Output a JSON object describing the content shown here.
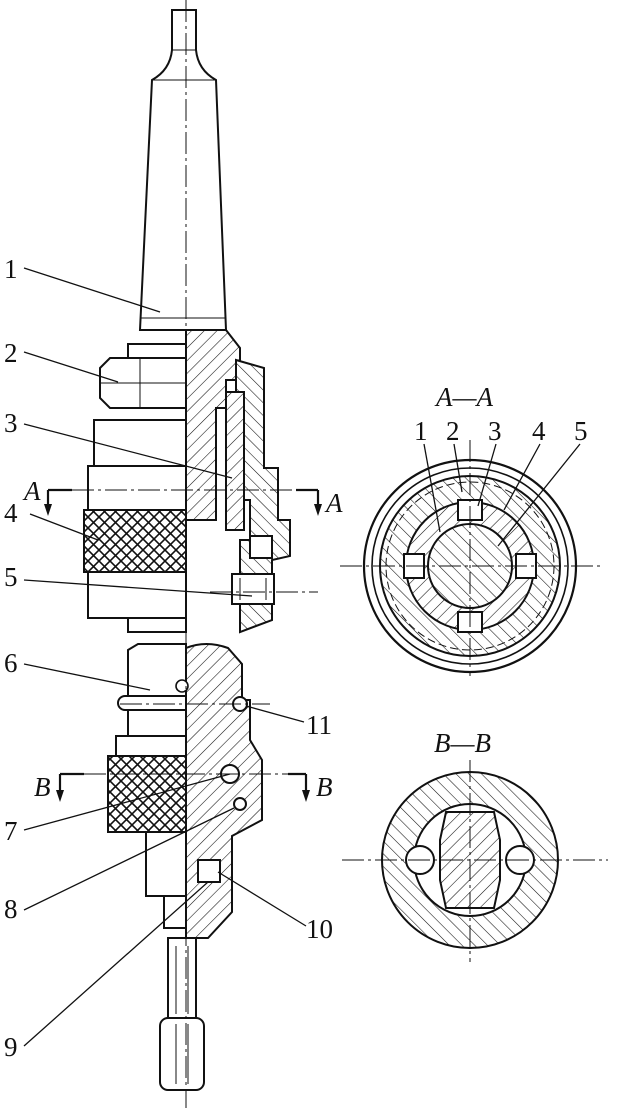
{
  "figure": {
    "part_labels": [
      "1",
      "2",
      "3",
      "4",
      "5",
      "6",
      "7",
      "8",
      "9",
      "10",
      "11"
    ],
    "section_marks": {
      "a_left": "A",
      "a_right": "A",
      "b_left": "B",
      "b_right": "B"
    },
    "section_views": {
      "aa_title": "A—A",
      "bb_title": "B—B",
      "aa_labels": [
        "1",
        "2",
        "3",
        "4",
        "5"
      ]
    }
  }
}
